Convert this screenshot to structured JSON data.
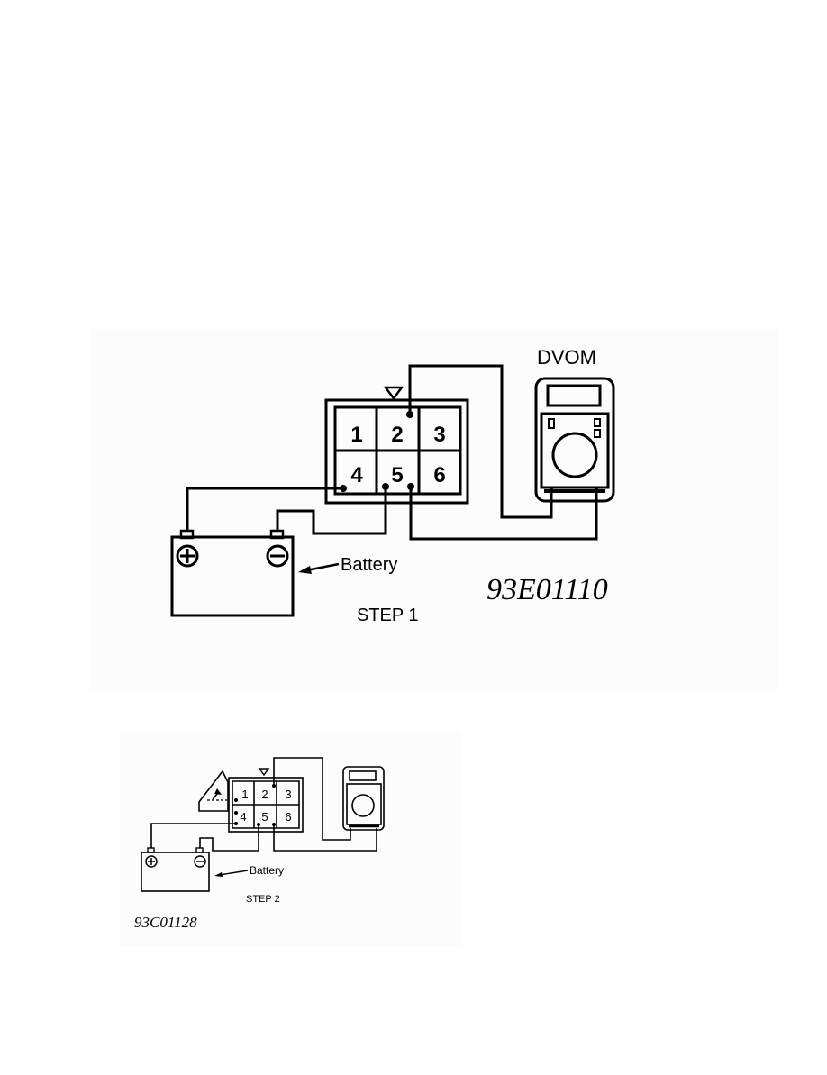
{
  "figure1": {
    "meter_label": "DVOM",
    "battery_label": "Battery",
    "step_label": "STEP 1",
    "code": "93E01110",
    "terminals": [
      "1",
      "2",
      "3",
      "4",
      "5",
      "6"
    ],
    "battery_positive_symbol": "plus-in-circle",
    "battery_negative_symbol": "minus-in-circle"
  },
  "figure2": {
    "battery_label": "Battery",
    "step_label": "STEP 2",
    "code": "93C01128",
    "terminals": [
      "1",
      "2",
      "3",
      "4",
      "5",
      "6"
    ],
    "battery_positive_symbol": "plus-in-circle",
    "battery_negative_symbol": "minus-in-circle"
  }
}
